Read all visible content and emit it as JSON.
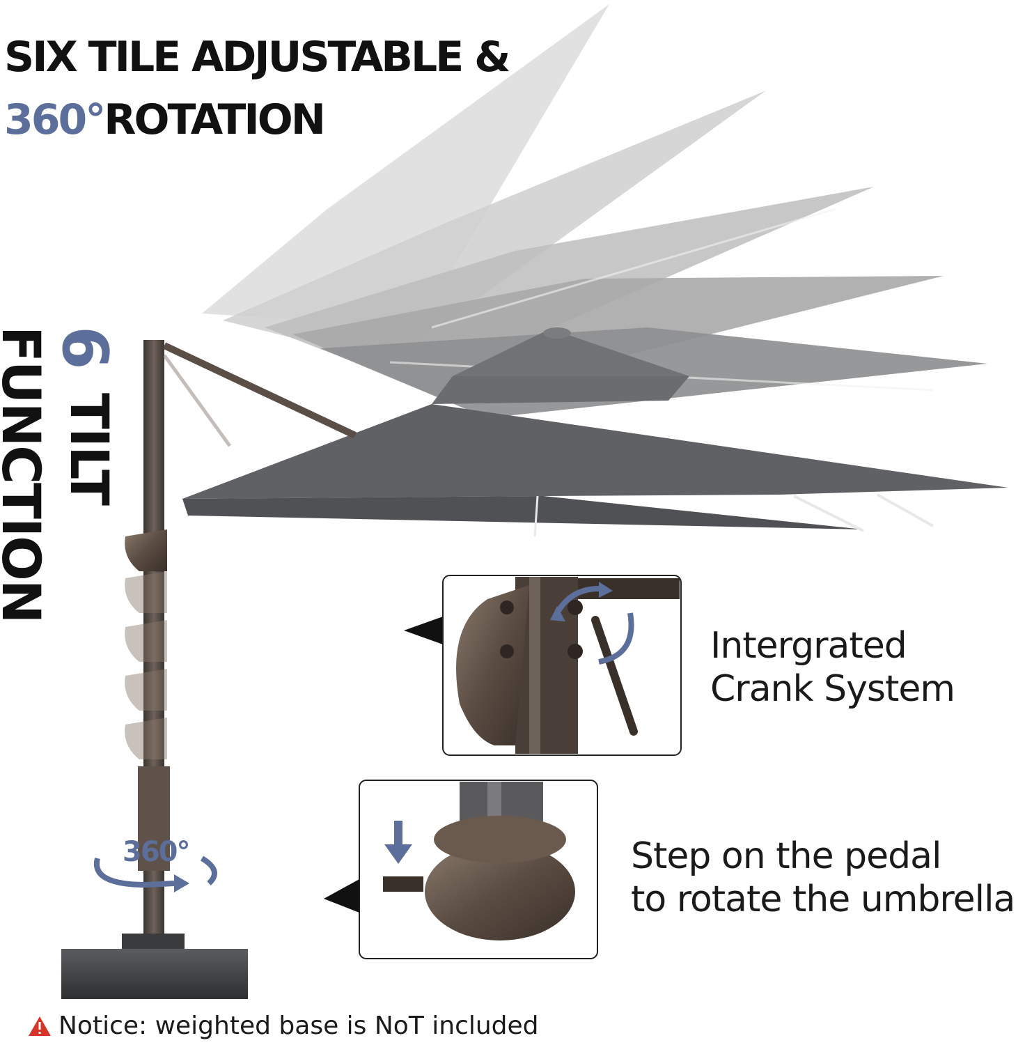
{
  "headline": {
    "line1": "SIX TILE ADJUSTABLE &",
    "line2_accent": "360°",
    "line2_rest": "ROTATION"
  },
  "tilt_label": {
    "number": "6",
    "word": "TILT",
    "second_word": "FUNCTION"
  },
  "rotation_label": "360°",
  "crank_caption": {
    "line1": "Intergrated",
    "line2": "Crank System"
  },
  "pedal_caption": {
    "line1": "Step on the pedal",
    "line2": "to rotate the umbrella"
  },
  "notice": {
    "icon": "warning-triangle-icon",
    "text": "Notice: weighted base is NoT included"
  },
  "colors": {
    "accent": "#5c6e9a",
    "text": "#111111",
    "canopy": "#5d5f62",
    "pole": "#4a423d",
    "warning": "#d8352a"
  }
}
